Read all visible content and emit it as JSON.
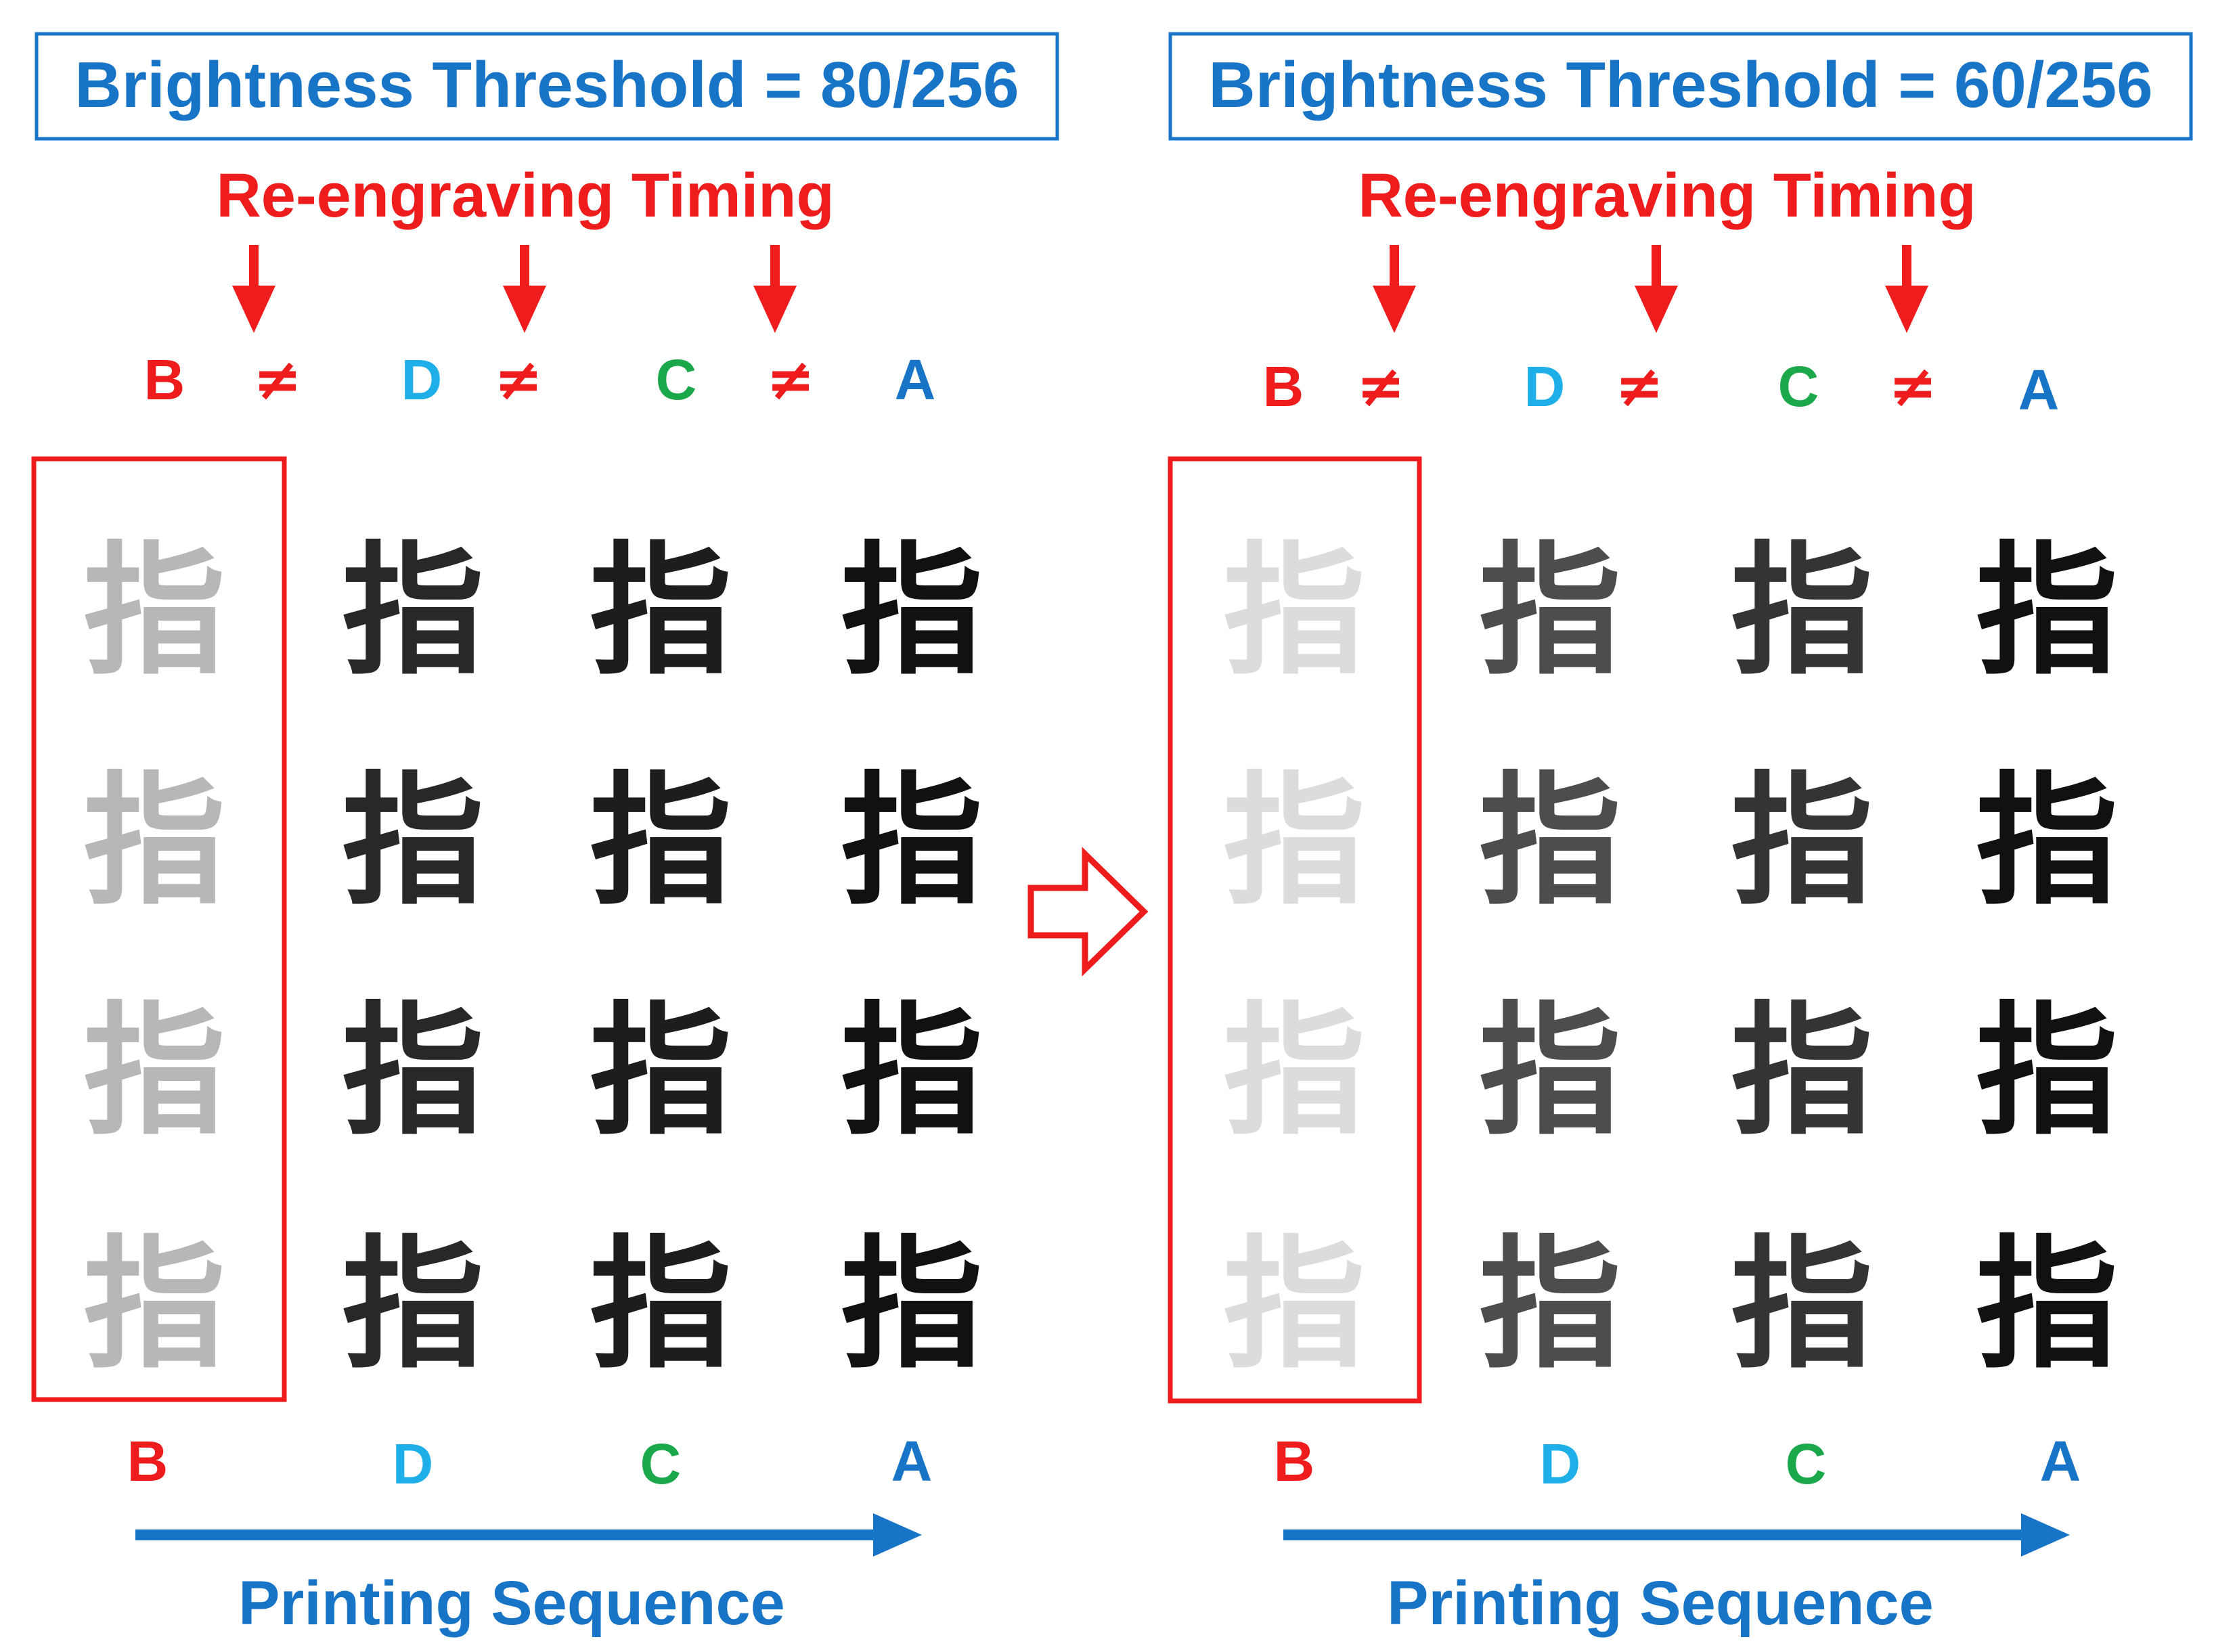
{
  "colors": {
    "blue": "#1874c6",
    "red": "#ee1c1c",
    "cyan": "#1eaee8",
    "green": "#1aa84a",
    "ink": "#111111"
  },
  "glyph_char": "指",
  "panels": [
    {
      "threshold_label": "Brightness Threshold = 80/256",
      "timing_label": "Re-engraving Timing",
      "sequence_label": "Printing Sequence",
      "top_labels": [
        "B",
        "≠",
        "D",
        "≠",
        "C",
        "≠",
        "A"
      ],
      "bottom_labels": [
        "B",
        "D",
        "C",
        "A"
      ],
      "ink_levels": [
        0.3,
        0.9,
        0.95,
        1.0
      ]
    },
    {
      "threshold_label": "Brightness Threshold = 60/256",
      "timing_label": "Re-engraving Timing",
      "sequence_label": "Printing Sequence",
      "top_labels": [
        "B",
        "≠",
        "D",
        "≠",
        "C",
        "≠",
        "A"
      ],
      "bottom_labels": [
        "B",
        "D",
        "C",
        "A"
      ],
      "ink_levels": [
        0.15,
        0.75,
        0.85,
        1.0
      ]
    }
  ]
}
